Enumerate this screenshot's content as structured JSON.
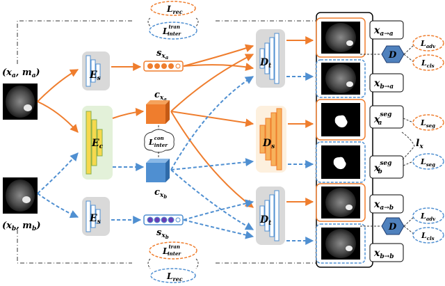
{
  "inputs": {
    "a_label": "(x",
    "a_sub": "a",
    "a_m": "m",
    "a_msub": "a",
    "b_label": "(x",
    "b_sub": "b",
    "b_m": "m",
    "b_msub": "b"
  },
  "encoders": {
    "style_a": "E",
    "style_a_sub": "s",
    "content": "E",
    "content_sub": "c",
    "style_b": "E",
    "style_b_sub": "s"
  },
  "codes": {
    "s_a": "s",
    "s_a_sub": "x",
    "s_a_subsub": "a",
    "c_a": "c",
    "c_a_sub": "x",
    "c_a_subsub": "a",
    "c_b": "c",
    "c_b_sub": "x",
    "c_b_subsub": "b",
    "s_b": "s",
    "s_b_sub": "x",
    "s_b_subsub": "b"
  },
  "decoders": {
    "top": "D",
    "top_sub": "t",
    "mid": "D",
    "mid_sub": "s",
    "bot": "D",
    "bot_sub": "t"
  },
  "losses": {
    "rec_top": "L",
    "rec_top_sub": "rec",
    "inter_top": "L",
    "inter_top_sup": "tran",
    "inter_top_sub": "inter",
    "con_inter": "L",
    "con_inter_sup": "con",
    "con_inter_sub": "inter",
    "inter_bot": "L",
    "inter_bot_sup": "tran",
    "inter_bot_sub": "inter",
    "rec_bot": "L",
    "rec_bot_sub": "rec",
    "adv_top": "L",
    "adv_top_sub": "adv",
    "cls_top": "L",
    "cls_top_sub": "cls",
    "seg_top": "L",
    "seg_top_sub": "seg",
    "seg_bot": "L",
    "seg_bot_sub": "seg",
    "adv_bot": "L",
    "adv_bot_sub": "adv",
    "cls_bot": "L",
    "cls_bot_sub": "cls",
    "lx": "l",
    "lx_sub": "x"
  },
  "outputs": {
    "aa": "x",
    "aa_sub": "a→a",
    "ba": "x",
    "ba_sub": "b→a",
    "seg_a": "x",
    "seg_a_sub": "a",
    "seg_a_sup": "seg",
    "seg_b": "x",
    "seg_b_sub": "b",
    "seg_b_sup": "seg",
    "ab": "x",
    "ab_sub": "a→b",
    "bb": "x",
    "bb_sub": "b→b"
  },
  "discriminators": {
    "top": "D",
    "bot": "D"
  },
  "colors": {
    "orange": "#ef7d2d",
    "blue": "#4f8fd1",
    "navy": "#1f3b6e",
    "encoder_bg": "#d9d9d9",
    "content_bg": "#e3f1d9",
    "decoder_bg": "#d9d9d9",
    "mid_bg": "#fdf0de",
    "disc_fill": "#4f81bd"
  }
}
